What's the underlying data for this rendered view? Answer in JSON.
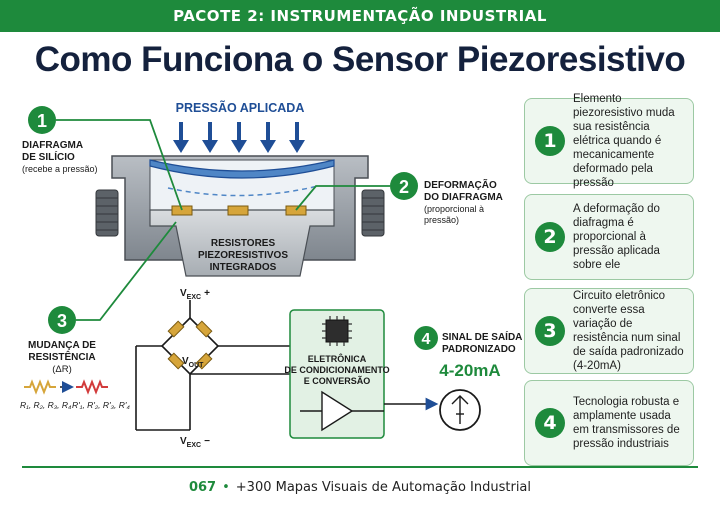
{
  "header": {
    "banner": "PACOTE 2: INSTRUMENTAÇÃO INDUSTRIAL",
    "title": "Como Funciona o Sensor Piezoresistivo"
  },
  "diagram": {
    "pressure_label": "PRESSÃO APLICADA",
    "step1": {
      "num": "1",
      "line1": "DIAFRAGMA",
      "line2": "DE SILÍCIO",
      "sub": "(recebe a pressão)"
    },
    "step2": {
      "num": "2",
      "line1": "DEFORMAÇÃO",
      "line2": "DO DIAFRAGMA",
      "sub1": "(proporcional à",
      "sub2": "pressão)"
    },
    "step3": {
      "num": "3",
      "line1": "MUDANÇA DE",
      "line2": "RESISTÊNCIA",
      "sub": "(ΔR)",
      "before": "R₁, R₂, R₃, R₄",
      "after": "R'₁, R'₂, R'₃, R'₄"
    },
    "step4": {
      "num": "4",
      "line1": "SINAL DE SAÍDA",
      "line2": "PADRONIZADO",
      "value": "4-20mA"
    },
    "resistors_label": [
      "RESISTORES",
      "PIEZORESISTIVOS",
      "INTEGRADOS"
    ],
    "bridge": {
      "vexc_plus": "V",
      "vexc_plus_sub": "EXC",
      "plus": "+",
      "vout": "V",
      "vout_sub": "OUT",
      "vexc_minus": "V",
      "vexc_minus_sub": "EXC",
      "minus": "−"
    },
    "electronics_label": [
      "ELETRÔNICA",
      "DE CONDICIONAMENTO",
      "E CONVERSÃO"
    ]
  },
  "cards": [
    {
      "num": "1",
      "text": "Elemento piezoresistivo muda sua resistência elétrica quando é mecanicamente deformado pela pressão"
    },
    {
      "num": "2",
      "text": "A deformação do diafragma é proporcional à pressão aplicada sobre ele"
    },
    {
      "num": "3",
      "text": "Circuito eletrônico converte essa variação de resistência num sinal de saída padronizado (4-20mA)"
    },
    {
      "num": "4",
      "text": "Tecnologia robusta e amplamente usada em transmissores de pressão industriais"
    }
  ],
  "footer": {
    "page": "067",
    "text": "+300 Mapas Visuais de Automação Industrial"
  },
  "colors": {
    "green": "#1e8a3c",
    "navy": "#14213d",
    "blue": "#1f4e96",
    "resistor": "#d6a53a"
  }
}
